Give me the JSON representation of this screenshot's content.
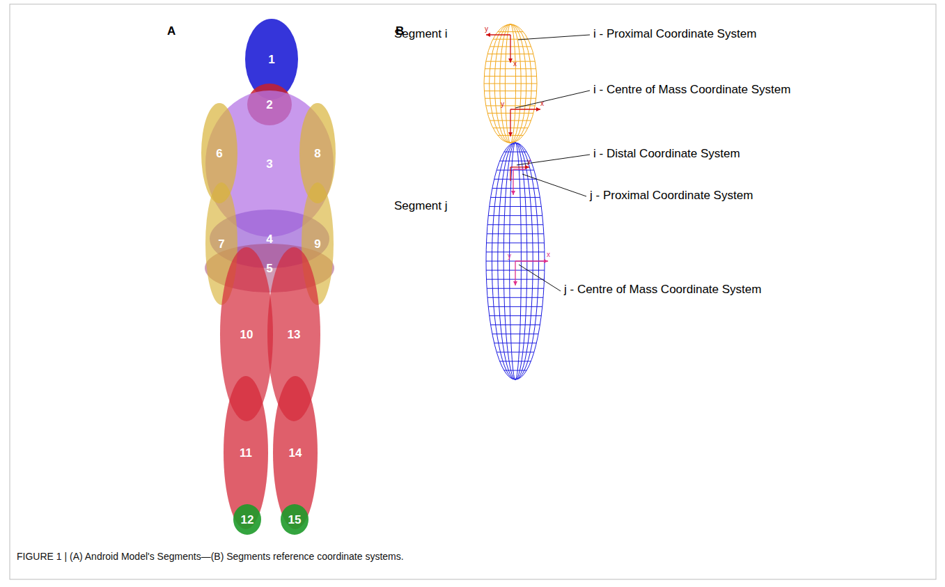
{
  "diagram": {
    "caption": "FIGURE 1 | (A) Android Model's Segments—(B) Segments reference coordinate systems.",
    "nodes": [
      {
        "text": [
          "1"
        ]
      },
      {
        "text": [
          "2"
        ]
      },
      {
        "text": [
          "3"
        ]
      },
      {
        "text": [
          "4"
        ]
      },
      {
        "text": [
          "5"
        ]
      },
      {
        "text": [
          "6"
        ]
      },
      {
        "text": [
          "7"
        ]
      },
      {
        "text": [
          "8"
        ]
      },
      {
        "text": [
          "9"
        ]
      },
      {
        "text": [
          "10"
        ]
      },
      {
        "text": [
          "11"
        ]
      },
      {
        "text": [
          "12"
        ]
      },
      {
        "text": [
          "13"
        ]
      },
      {
        "text": [
          "14"
        ]
      },
      {
        "text": [
          "15"
        ]
      }
    ],
    "labels": [
      "A",
      "B",
      "Segment i",
      "i - Proximal Coordinate System",
      "i - Centre of Mass Coordinate System",
      "i - Distal Coordinate System",
      "j - Proximal Coordinate System",
      "Segment j",
      "j - Centre of Mass Coordinate System",
      "y",
      "x",
      "y",
      "x",
      "y",
      "y",
      "x"
    ]
  }
}
